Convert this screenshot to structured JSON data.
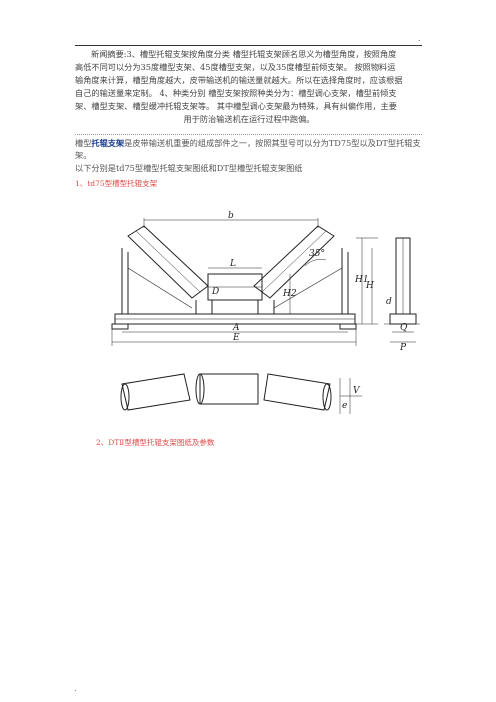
{
  "header": {
    "corner_mark_top": ".",
    "corner_mark_bottom": "."
  },
  "abstract": {
    "line1": "新闻摘要:3、槽型托辊支架按角度分类 槽型托辊支架顾名思义为槽型角度，按照角度",
    "line2": "高低不同可以分为35度槽型支架、45度槽型支架，以及35度槽型前倾支架。 按照物料运",
    "line3": "输角度来计算，槽型角度越大，皮带输送机的输送量就越大。所以在选择角度时，应该根据",
    "line4": "自己的输送量来定制。 4、种类分别 槽型支架按照种类分为：槽型调心支架，槽型前倾支",
    "line5": "架、槽型支架、槽型缓冲托辊支架等。 其中槽型调心支架最为特殊，具有纠偏作用，主要",
    "line6": "用于防治输送机在运行过程中跑偏。"
  },
  "body": {
    "keyword": "托辊支架",
    "p1_before": "槽型",
    "p1_after": "是皮带输送机重要的组成部件之一，按照其型号可以分为TD75型以及DT型托辊支架。",
    "p2": "以下分别是td75型槽型托辊支架图纸和DT型槽型托辊支架图纸"
  },
  "captions": {
    "fig1": "1、td75型槽型托辊支架",
    "fig2": "2、DTⅡ型槽型托辊支架图纸及参数"
  },
  "drawing_labels": {
    "b": "b",
    "L": "L",
    "D": "D",
    "A": "A",
    "E": "E",
    "H": "H",
    "H1": "H1",
    "H2": "H2",
    "angle": "35°",
    "d": "d",
    "Q": "Q",
    "P": "P",
    "V": "V",
    "e": "e"
  }
}
